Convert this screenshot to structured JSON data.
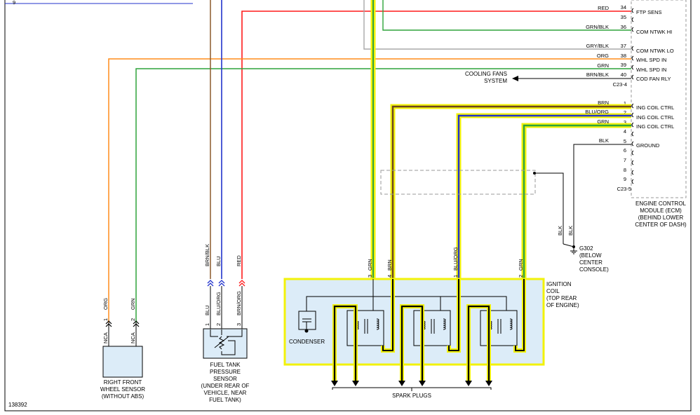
{
  "figure_id": "138392",
  "wire_colors": {
    "red": "#ff1a1a",
    "green": "#2ea43a",
    "gray": "#a8a8a8",
    "orange": "#ff8c1a",
    "blue": "#2233cc",
    "brown": "#8b5a2b",
    "black": "#000000",
    "yellow": "#f2f20a",
    "box_fill": "#dcecf8"
  },
  "top_left": {
    "pin": "9"
  },
  "ecm": {
    "connector_a_pins": [
      {
        "num": "34",
        "color": "RED",
        "label": "FTP SENS"
      },
      {
        "num": "35",
        "color": "",
        "label": ""
      },
      {
        "num": "36",
        "color": "GRN/BLK",
        "label": "COM NTWK HI"
      },
      {
        "num": "37",
        "color": "GRY/BLK",
        "label": "COM NTWK LO"
      },
      {
        "num": "38",
        "color": "ORG",
        "label": "WHL SPD IN"
      },
      {
        "num": "39",
        "color": "GRN",
        "label": "WHL SPD IN"
      },
      {
        "num": "40",
        "color": "BRN/BLK",
        "label": "COD FAN RLY"
      }
    ],
    "connector_a_id": "C23-4",
    "connector_b_pins": [
      {
        "num": "1",
        "color": "BRN",
        "label": "ING COIL CTRL"
      },
      {
        "num": "2",
        "color": "BLU/ORG",
        "label": "ING COIL CTRL"
      },
      {
        "num": "3",
        "color": "GRN",
        "label": "ING COIL CTRL"
      },
      {
        "num": "4",
        "color": "",
        "label": ""
      },
      {
        "num": "5",
        "color": "BLK",
        "label": "GROUND"
      },
      {
        "num": "6",
        "color": "",
        "label": ""
      },
      {
        "num": "7",
        "color": "",
        "label": ""
      },
      {
        "num": "8",
        "color": "",
        "label": ""
      },
      {
        "num": "9",
        "color": "",
        "label": ""
      }
    ],
    "connector_b_id": "C23-5",
    "name_lines": [
      "ENGINE CONTROL",
      "MODULE (ECM)",
      "(BEHIND LOWER",
      "CENTER OF DASH)"
    ]
  },
  "cooling_fans": [
    "COOLING FANS",
    "SYSTEM"
  ],
  "wheel_sensor": {
    "pins": [
      {
        "num": "1",
        "wire": "ORG",
        "nca": "NCA"
      },
      {
        "num": "2",
        "wire": "GRN",
        "nca": "NCA"
      }
    ],
    "name_lines": [
      "RIGHT FRONT",
      "WHEEL SENSOR",
      "(WITHOUT ABS)"
    ]
  },
  "fuel_tank_sensor": {
    "top_wires": [
      "BRN/BLK",
      "BLU",
      "RED"
    ],
    "pins": [
      {
        "num": "1",
        "wire": "BLU"
      },
      {
        "num": "2",
        "wire": "BLU/ORG"
      },
      {
        "num": "3",
        "wire": "BRN/ORG"
      }
    ],
    "name_lines": [
      "FUEL TANK",
      "PRESSURE",
      "SENSOR",
      "(UNDER REAR OF",
      "VEHICLE, NEAR",
      "FUEL TANK)"
    ]
  },
  "ignition_coil": {
    "pins": [
      {
        "num": "3",
        "wire": "GRN"
      },
      {
        "num": "4",
        "wire": "BRN"
      },
      {
        "num": "1",
        "wire": "BLU/ORG"
      },
      {
        "num": "2",
        "wire": "GRN"
      }
    ],
    "name_lines": [
      "IGNITION",
      "COIL",
      "(TOP REAR",
      "OF ENGINE)"
    ],
    "condenser": "CONDENSER",
    "spark_plugs": "SPARK PLUGS"
  },
  "ground_wires": [
    "BLK",
    "BLK"
  ],
  "ground": {
    "id": "G302",
    "lines": [
      "(BELOW",
      "CENTER",
      "CONSOLE)"
    ]
  }
}
